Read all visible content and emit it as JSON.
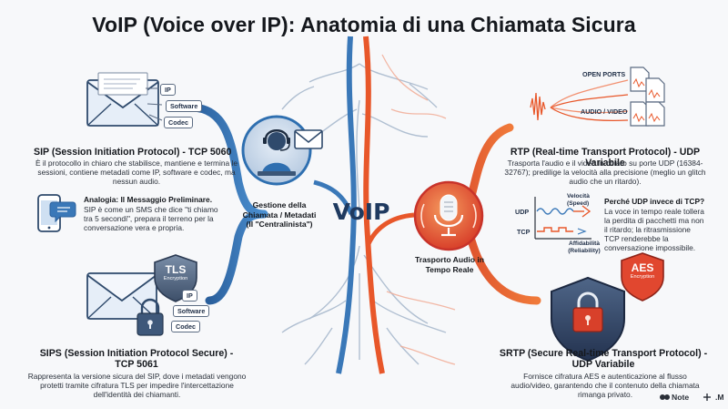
{
  "title": "VoIP (Voice over IP): Anatomia di una Chiamata Sicura",
  "center_label": "VoIP",
  "left_top": {
    "heading": "SIP (Session Initiation Protocol) - TCP 5060",
    "body": "È il protocollo in chiaro che stabilisce, mantiene e termina le sessioni, contiene metadati come IP, software e codec, ma nessun audio.",
    "tags": [
      "IP",
      "Software",
      "Codec"
    ]
  },
  "analogy": {
    "heading": "Analogia: Il Messaggio Preliminare.",
    "body": "SIP è come un SMS che dice \"ti chiamo tra 5 secondi\", prepara il terreno per la conversazione vera e propria."
  },
  "left_bottom": {
    "heading": "SIPS (Session Initiation Protocol Secure) - TCP 5061",
    "body": "Rappresenta la versione sicura del SIP, dove i metadati vengono protetti tramite cifratura TLS per impedire l'intercettazione dell'identità dei chiamanti.",
    "badge_main": "TLS",
    "badge_sub": "Encryption",
    "tags": [
      "IP",
      "Software",
      "Codec"
    ]
  },
  "center_left_node": {
    "label": "Gestione della Chiamata / Metadati (Il \"Centralinista\")"
  },
  "center_right_node": {
    "label": "Trasporto Audio in Tempo Reale"
  },
  "right_top": {
    "heading": "RTP (Real-time Transport Protocol) - UDP Variabile",
    "body": "Trasporta l'audio e il video in chiaro su porte UDP (16384-32767); predilige la velocità alla precisione (meglio un glitch audio che un ritardo).",
    "label_ports": "OPEN PORTS",
    "label_av": "AUDIO / VIDEO"
  },
  "udp_tcp": {
    "udp": "UDP",
    "tcp": "TCP",
    "speed": "Velocità (Speed)",
    "reliability": "Affidabilità (Reliability)",
    "heading": "Perché UDP invece di TCP?",
    "body": "La voce in tempo reale tollera la perdita di pacchetti ma non il ritardo; la ritrasmissione TCP renderebbe la conversazione impossibile."
  },
  "right_bottom": {
    "heading": "SRTP (Secure Real-time Transport Protocol) - UDP Variabile",
    "body": "Fornisce cifratura AES e autenticazione al flusso audio/video, garantendo che il contenuto della chiamata rimanga privato.",
    "badge_main": "AES",
    "badge_sub": "Encryption"
  },
  "footer": {
    "brand": "Note",
    "suffix": ".M"
  },
  "colors": {
    "blue": "#2e6fb0",
    "orange": "#e8572a",
    "red": "#c8332a"
  }
}
